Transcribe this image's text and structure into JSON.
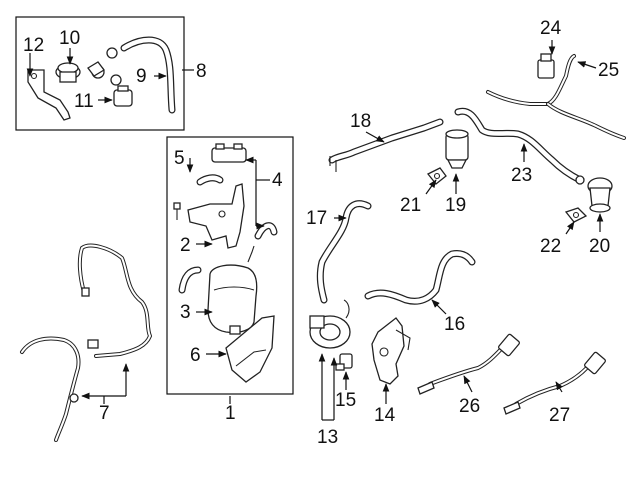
{
  "diagram": {
    "labels": {
      "l1": "1",
      "l2": "2",
      "l3": "3",
      "l4": "4",
      "l5": "5",
      "l6": "6",
      "l7": "7",
      "l8": "8",
      "l9": "9",
      "l10": "10",
      "l11": "11",
      "l12": "12",
      "l13": "13",
      "l14": "14",
      "l15": "15",
      "l16": "16",
      "l17": "17",
      "l18": "18",
      "l19": "19",
      "l20": "20",
      "l21": "21",
      "l22": "22",
      "l23": "23",
      "l24": "24",
      "l25": "25",
      "l26": "26",
      "l27": "27"
    }
  }
}
